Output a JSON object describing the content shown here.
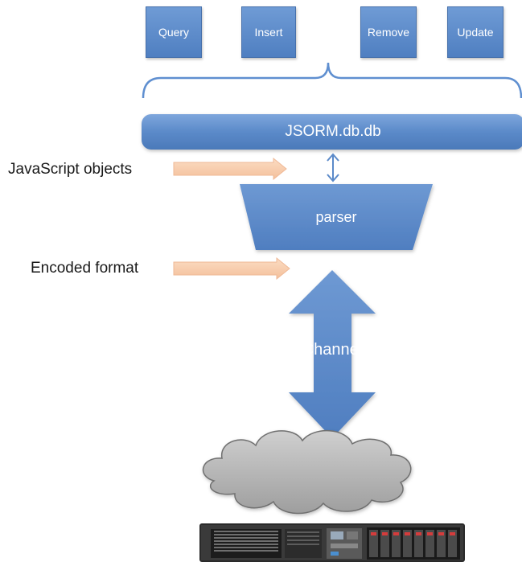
{
  "operations": [
    "Query",
    "Insert",
    "Remove",
    "Update"
  ],
  "db_label": "JSORM.db.db",
  "parser_label": "parser",
  "channel_label": "Channel",
  "left_labels": {
    "javascript_objects": "JavaScript objects",
    "encoded_format": "Encoded format"
  },
  "colors": {
    "box_blue": "#5b8ac9",
    "brace_blue": "#5f8fd0",
    "arrow_peach": "#f8cfb0",
    "cloud_gray": "#b9b9b9"
  },
  "icons": [
    "cloud-icon",
    "server-icon"
  ]
}
